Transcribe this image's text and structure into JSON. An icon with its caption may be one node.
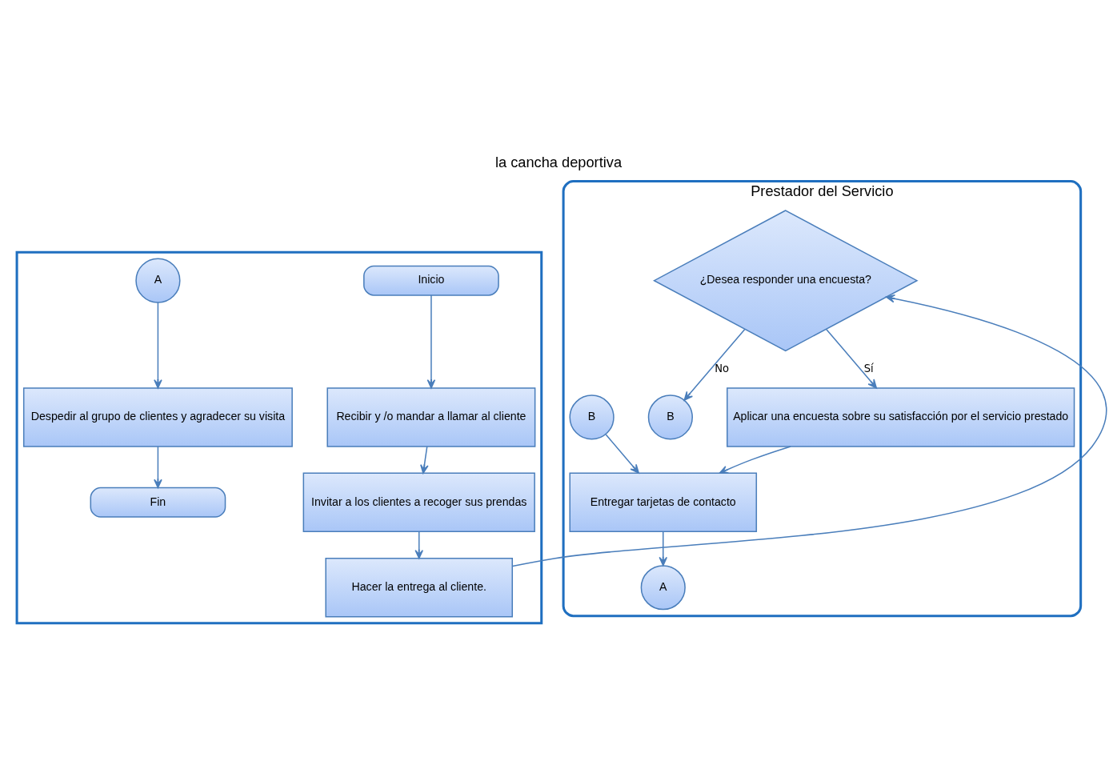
{
  "diagram": {
    "title": "la cancha deportiva",
    "nodes": [
      {
        "text": [],
        "shape": "box"
      },
      {
        "text": [
          "Prestador del Servicio"
        ]
      },
      {
        "text": [
          "Inicio"
        ],
        "in": 0
      },
      {
        "text": [
          "Recibir y /o mandar a llamar al cliente"
        ],
        "in": 0
      },
      {
        "text": [
          "Invitar a los clientes a recoger sus prendas"
        ],
        "in": 0
      },
      {
        "text": [
          "Hacer la entrega al cliente."
        ],
        "in": 0
      },
      {
        "text": [
          "A"
        ],
        "in": 0
      },
      {
        "text": [
          "Despedir al grupo de clientes y agradecer su visita"
        ],
        "in": 0
      },
      {
        "text": [
          "Fin"
        ],
        "in": 0
      },
      {
        "text": [
          "¿Desea responder una encuesta?"
        ],
        "in": 1
      },
      {
        "text": [
          "B"
        ],
        "in": 1
      },
      {
        "text": [
          "B"
        ],
        "in": 1
      },
      {
        "text": [
          "Aplicar una encuesta sobre su satisfacción por el servicio prestado"
        ],
        "in": 1
      },
      {
        "text": [
          "Entregar tarjetas de contacto"
        ],
        "in": 1
      },
      {
        "text": [
          "A"
        ],
        "in": 1
      }
    ],
    "edges": [
      {
        "from": 2,
        "to": 3,
        "arrow": "to"
      },
      {
        "from": 3,
        "to": 4,
        "arrow": "to"
      },
      {
        "from": 4,
        "to": 5,
        "arrow": "to"
      },
      {
        "from": 5,
        "to": 9,
        "arrow": "to"
      },
      {
        "from": 9,
        "to": 10,
        "arrow": "to",
        "label": "No"
      },
      {
        "from": 9,
        "to": 12,
        "arrow": "to",
        "label": "Sí"
      },
      {
        "from": 12,
        "to": 13,
        "arrow": "to"
      },
      {
        "from": 11,
        "to": 13,
        "arrow": "to"
      },
      {
        "from": 13,
        "to": 14,
        "arrow": "to"
      },
      {
        "from": 6,
        "to": 7,
        "arrow": "to"
      },
      {
        "from": 7,
        "to": 8,
        "arrow": "to"
      }
    ]
  }
}
